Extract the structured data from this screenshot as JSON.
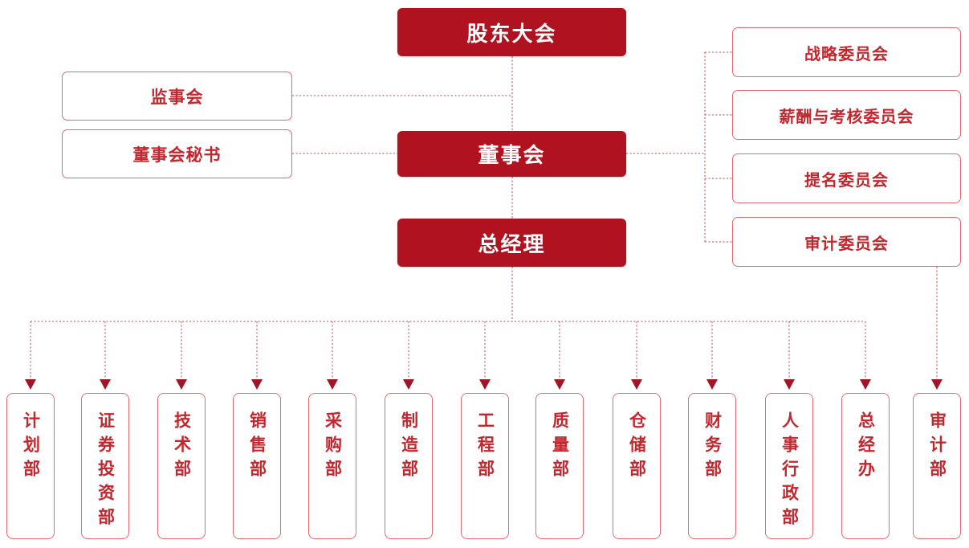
{
  "org_chart": {
    "shareholders_meeting": "股东大会",
    "supervisory_board": "监事会",
    "board_secretary": "董事会秘书",
    "board_of_directors": "董事会",
    "general_manager": "总经理",
    "committees": [
      "战略委员会",
      "薪酬与考核委员会",
      "提名委员会",
      "审计委员会"
    ],
    "departments": [
      "计划部",
      "证券投资部",
      "技术部",
      "销售部",
      "采购部",
      "制造部",
      "工程部",
      "质量部",
      "仓储部",
      "财务部",
      "人事行政部",
      "总经办",
      "审计部"
    ]
  },
  "colors": {
    "primary_fill": "#b1121f",
    "outline_border": "#e36a72",
    "text_red": "#c3262d",
    "connector_line": "#d98087",
    "arrowhead": "#a31424"
  }
}
